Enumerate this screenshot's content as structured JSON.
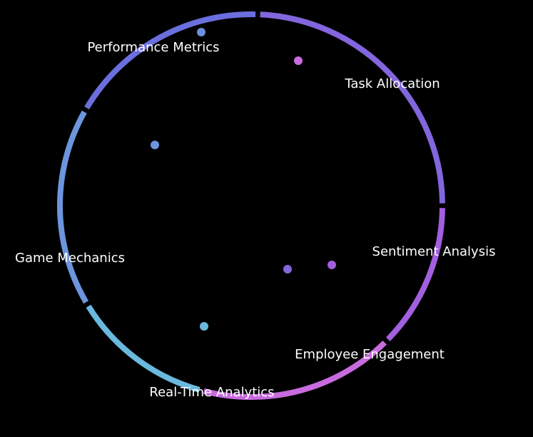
{
  "diagram": {
    "nodes": [
      {
        "label": "Task Allocation",
        "color": "#8366DD"
      },
      {
        "label": "Sentiment Analysis",
        "color": "#A25FDE"
      },
      {
        "label": "Employee Engagement",
        "color": "#C86BDE"
      },
      {
        "label": "Real-Time Analytics",
        "color": "#6BB8DE"
      },
      {
        "label": "Game Mechanics",
        "color": "#6C95DE"
      },
      {
        "label": "Performance Metrics",
        "color": "#6B6FDE"
      }
    ],
    "dot_colors": [
      "#6C8EDE",
      "#C86BDE",
      "#6C95DE",
      "#6BB8DE",
      "#8366DD",
      "#A25FDE"
    ]
  }
}
